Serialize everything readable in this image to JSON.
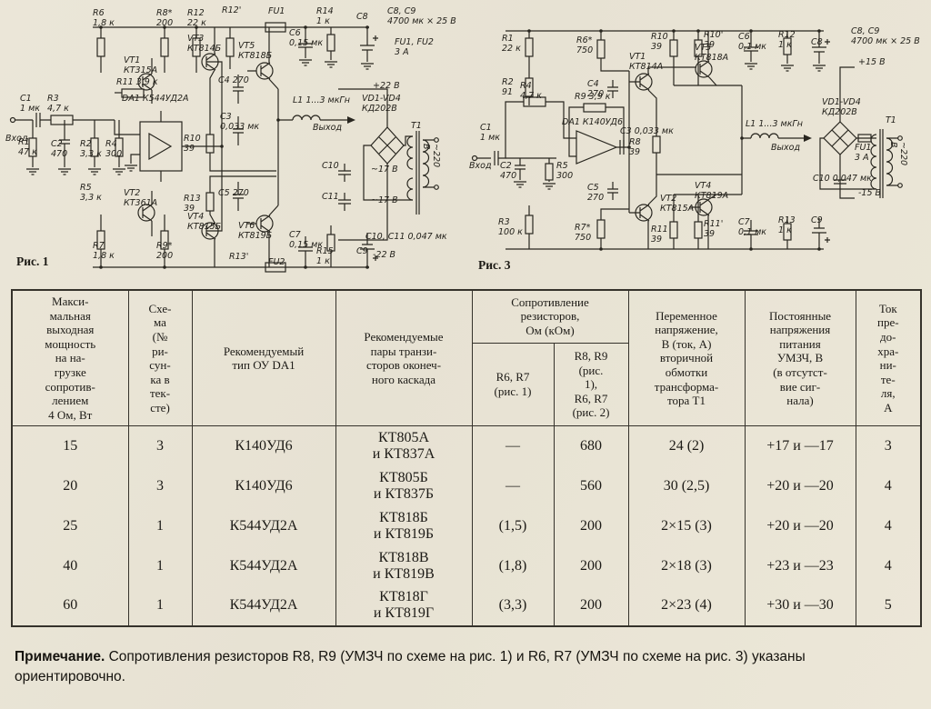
{
  "fig1": {
    "caption": "Рис. 1",
    "labels": {
      "r6": "R6\n1,8 к",
      "r8": "R8*\n200",
      "r12": "R12\n22 к",
      "r12p": "R12'",
      "fu1": "FU1",
      "c6": "C6\n0,15 мк",
      "r14": "R14\n1 к",
      "c8": "C8",
      "c8c9": "C8, C9\n4700 мк × 25 В",
      "fu1fu2": "FU1, FU2\n3 А",
      "vt3": "VT3\nКТ814Б",
      "vt5": "VT5\nКТ818Б",
      "vt1": "VT1\nКТ315А",
      "r11": "R11 3,9 к",
      "c4": "C4 270",
      "da1": "DA1 К544УД2А",
      "plus22": "+22 В",
      "c1": "C1\n1 мк",
      "r3": "R3\n4,7 к",
      "vhod": "Вход",
      "r1": "R1\n47 к",
      "c2": "C2\n470",
      "r2": "R2\n3,3 к",
      "r4": "R4\n300",
      "c3": "C3\n0,033 мк",
      "r10": "R10\n39",
      "l1": "L1 1...3 мкГн",
      "vyhod": "Выход",
      "vd": "VD1-VD4\nКД202В",
      "t1": "T1",
      "c10": "C10",
      "c11": "C11",
      "v17a": "~17 В",
      "v17b": "~17 В",
      "v220": "~220 В",
      "r5": "R5\n3,3 к",
      "vt2": "VT2\nКТ361А",
      "r13": "R13\n39",
      "c5": "C5 270",
      "vt4": "VT4\nКТ815Б",
      "vt6": "VT6\nКТ819Б",
      "r7": "R7\n1,8 к",
      "r9": "R9*\n200",
      "r13p": "R13'",
      "c7": "C7\n0,15 мк",
      "fu2": "FU2",
      "r15": "R15\n1 к",
      "c9": "C9",
      "minus22": "-22 В",
      "c10c11": "C10, C11  0,047 мк"
    }
  },
  "fig3": {
    "caption": "Рис. 3",
    "labels": {
      "r1": "R1\n22 к",
      "r2": "R2\n91",
      "r6": "R6*\n750",
      "r10": "R10\n39",
      "r10p": "R10'\n39",
      "c6": "C6\n0,1 мк",
      "r12": "R12\n1 к",
      "c8": "C8",
      "c8c9": "C8, C9\n4700 мк × 25 В",
      "vt1": "VT1\nКТ814А",
      "vt3": "VT3\nКТ818А",
      "plus15": "+15 В",
      "r4": "R4\n4,7 к",
      "c1": "C1\n1 мк",
      "vhod": "Вход",
      "c2": "C2\n470",
      "r5": "R5\n300",
      "da1": "DA1 К140УД6",
      "r9": "R9 3,9 к",
      "c4": "C4\n270",
      "c3": "C3 0,033 мк",
      "r8": "R8\n39",
      "c5": "C5\n270",
      "vt2": "VT2\nКТ815А",
      "vt4": "VT4\nКТ819А",
      "r11": "R11\n39",
      "r11p": "R11'\n39",
      "r3": "R3\n100 к",
      "r7": "R7*\n750",
      "c7": "C7\n0,1 мк",
      "r13": "R13\n1 к",
      "c9": "C9",
      "minus15": "-15 В",
      "l1": "L1 1...3 мкГн",
      "vyhod": "Выход",
      "vd": "VD1-VD4\nКД202В",
      "t1": "T1",
      "fu1": "FU1\n3 А",
      "c10": "C10 0,047 мк",
      "v220": "~220 В"
    }
  },
  "table": {
    "header": {
      "power": "Макси-\nмальная\nвыходная\nмощность\nна на-\nгрузке\nсопротив-\nлением\n4 Ом, Вт",
      "scheme": "Схе-\nма\n(№\nри-\nсун-\nка в\nтек-\nсте)",
      "opamp": "Рекомендуемый\nтип ОУ DA1",
      "pairs": "Рекомендуемые\nпары транзи-\nсторов оконеч-\nного каскада",
      "resistance_group": "Сопротивление\nрезисторов,\nОм (кОм)",
      "res_a": "R6, R7\n(рис. 1)",
      "res_b": "R8, R9\n(рис.\n1),\nR6, R7\n(рис. 2)",
      "ac": "Переменное\nнапряжение,\nВ (ток, А)\nвторичной\nобмотки\nтрансформа-\nтора Т1",
      "dc": "Постоянные\nнапряжения\nпитания\nУМЗЧ, В\n(в отсутст-\nвие сиг-\nнала)",
      "fuse": "Ток\nпре-\nдо-\nхра-\nни-\nте-\nля,\nА"
    },
    "rows": [
      {
        "power": "15",
        "scheme": "3",
        "opamp": "К140УД6",
        "pair": "КТ805А\nи КТ837А",
        "res_a": "—",
        "res_b": "680",
        "ac": "24 (2)",
        "dc": "+17 и —17",
        "fuse": "3"
      },
      {
        "power": "20",
        "scheme": "3",
        "opamp": "К140УД6",
        "pair": "КТ805Б\nи КТ837Б",
        "res_a": "—",
        "res_b": "560",
        "ac": "30 (2,5)",
        "dc": "+20 и —20",
        "fuse": "4"
      },
      {
        "power": "25",
        "scheme": "1",
        "opamp": "К544УД2А",
        "pair": "КТ818Б\nи КТ819Б",
        "res_a": "(1,5)",
        "res_b": "200",
        "ac": "2×15 (3)",
        "dc": "+20 и —20",
        "fuse": "4"
      },
      {
        "power": "40",
        "scheme": "1",
        "opamp": "К544УД2А",
        "pair": "КТ818В\nи КТ819В",
        "res_a": "(1,8)",
        "res_b": "200",
        "ac": "2×18 (3)",
        "dc": "+23 и —23",
        "fuse": "4"
      },
      {
        "power": "60",
        "scheme": "1",
        "opamp": "К544УД2А",
        "pair": "КТ818Г\nи КТ819Г",
        "res_a": "(3,3)",
        "res_b": "200",
        "ac": "2×23 (4)",
        "dc": "+30 и —30",
        "fuse": "5"
      }
    ]
  },
  "note": {
    "label": "Примечание.",
    "text": "Сопротивления резисторов R8, R9 (УМЗЧ по схеме на рис. 1) и R6, R7 (УМЗЧ по схеме на рис. 3) указаны ориентировочно."
  }
}
